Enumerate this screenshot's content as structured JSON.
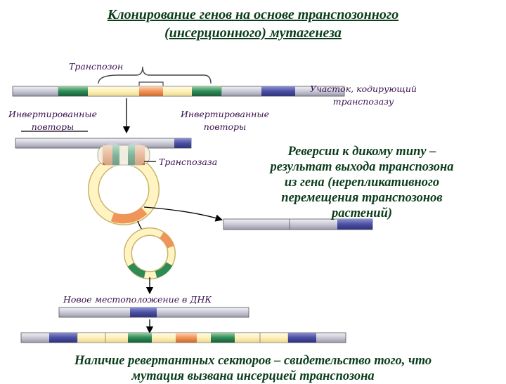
{
  "title": {
    "line1": "Клонирование генов на основе транспозонного",
    "line2": "(инсерционного) мутагенеза"
  },
  "labels": {
    "transposon": "Транспозон",
    "transposase_site_line1": "Участок, кодирующий",
    "transposase_site_line2": "транспозазу",
    "inverted_repeats_left_line1": "Инвертированные",
    "inverted_repeats_left_line2": "повторы",
    "inverted_repeats_right_line1": "Инвертированные",
    "inverted_repeats_right_line2": "повторы",
    "transposase": "Транспозаза",
    "new_location": "Новое местоположение в ДНК"
  },
  "reversion_text": {
    "line1": "Реверсии к дикому типу –",
    "line2": "результат выхода транспозона",
    "line3": "из гена (нерепликативного",
    "line4": "перемещения транспозонов",
    "line5": "растений)"
  },
  "bottom_text": {
    "line1": "Наличие ревертантных секторов – свидетельство того, что",
    "line2": "мутация вызвана инсерцией транспозона"
  },
  "colors": {
    "title_green": "#0b3d1a",
    "label_purple": "#3a1050",
    "dna_blue": "#4a4fa3",
    "transposon_green": "#2e8b57",
    "transposase_orange": "#f0955a",
    "transposon_yellow": "#fff4c2"
  }
}
